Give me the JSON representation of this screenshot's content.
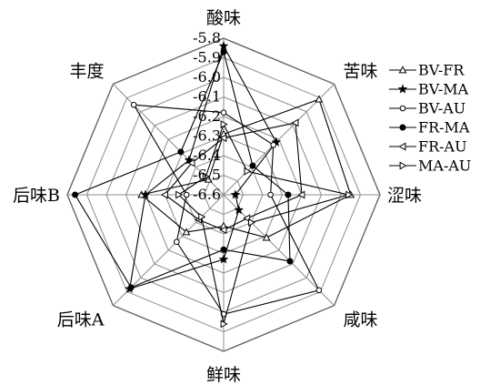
{
  "chart_data": {
    "type": "radar",
    "axes": [
      "酸味",
      "苦味",
      "涩味",
      "咸味",
      "鲜味",
      "后味A",
      "后味B",
      "丰度"
    ],
    "r_ticks": [
      "-5.8",
      "-5.9",
      "-6.0",
      "-6.1",
      "-6.2",
      "-6.3",
      "-6.4",
      "-6.5",
      "-6.6"
    ],
    "rlim": [
      -6.6,
      -5.8
    ],
    "grid": true,
    "legend_position": "right",
    "series": [
      {
        "name": "BV-FR",
        "marker": "triangle-up",
        "values": [
          -6.29,
          -5.91,
          -5.95,
          -6.29,
          -6.44,
          -6.33,
          -6.18,
          -6.49
        ]
      },
      {
        "name": "BV-MA",
        "marker": "star",
        "values": [
          -5.84,
          -6.22,
          -6.54,
          -6.49,
          -6.27,
          -5.92,
          -6.2,
          -6.35
        ]
      },
      {
        "name": "BV-AU",
        "marker": "circle-open",
        "values": [
          -6.18,
          -6.24,
          -6.36,
          -5.91,
          -5.99,
          -6.26,
          -6.41,
          -5.95
        ]
      },
      {
        "name": "FR-MA",
        "marker": "circle-filled",
        "values": [
          -5.87,
          -6.39,
          -6.27,
          -6.12,
          -6.32,
          -5.93,
          -5.84,
          -6.29
        ]
      },
      {
        "name": "FR-AU",
        "marker": "triangle-left",
        "values": [
          -6.31,
          -6.08,
          -6.2,
          -6.43,
          -6.42,
          -6.42,
          -6.3,
          -6.37
        ]
      },
      {
        "name": "MA-AU",
        "marker": "triangle-right",
        "values": [
          -6.24,
          -6.43,
          -5.96,
          -6.4,
          -5.94,
          -6.44,
          -6.37,
          -6.47
        ]
      }
    ]
  }
}
